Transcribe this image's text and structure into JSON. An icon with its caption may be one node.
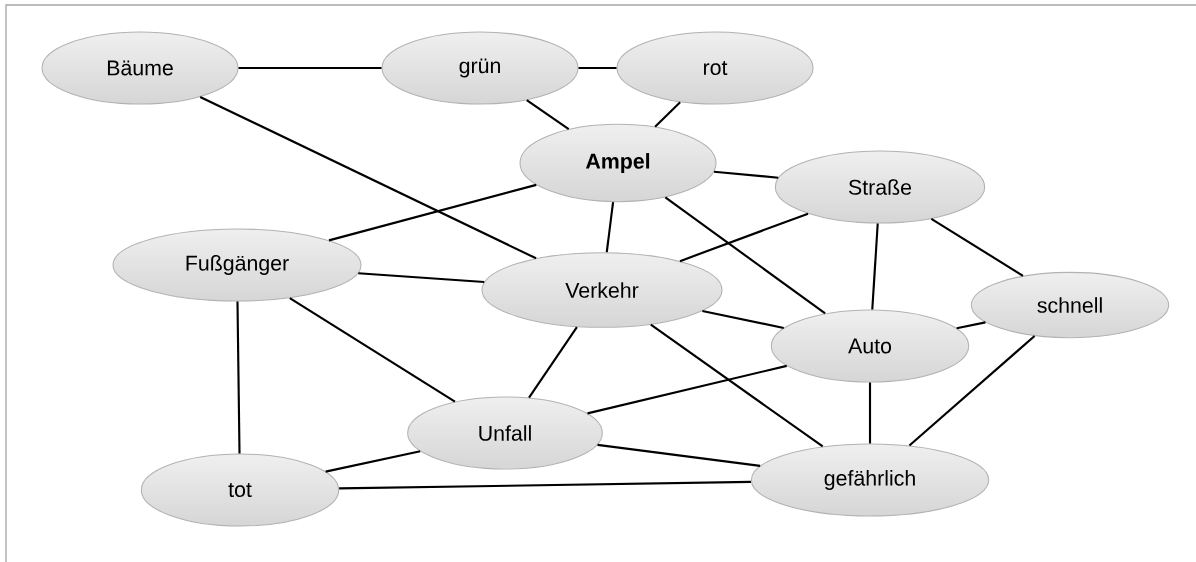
{
  "diagram": {
    "nodes": [
      {
        "text": [
          "Bäume"
        ]
      },
      {
        "text": [
          "grün"
        ]
      },
      {
        "text": [
          "rot"
        ]
      },
      {
        "text": [
          "Ampel"
        ]
      },
      {
        "text": [
          "Straße"
        ]
      },
      {
        "text": [
          "Fußgänger"
        ]
      },
      {
        "text": [
          "Verkehr"
        ]
      },
      {
        "text": [
          "schnell"
        ]
      },
      {
        "text": [
          "Auto"
        ]
      },
      {
        "text": [
          "Unfall"
        ]
      },
      {
        "text": [
          "tot"
        ]
      },
      {
        "text": [
          "gefährlich"
        ]
      }
    ],
    "edges": [
      {
        "from": 0,
        "to": 1,
        "arrow": "none"
      },
      {
        "from": 1,
        "to": 2,
        "arrow": "none"
      },
      {
        "from": 1,
        "to": 3,
        "arrow": "none"
      },
      {
        "from": 2,
        "to": 3,
        "arrow": "none"
      },
      {
        "from": 0,
        "to": 6,
        "arrow": "none"
      },
      {
        "from": 3,
        "to": 4,
        "arrow": "none"
      },
      {
        "from": 3,
        "to": 5,
        "arrow": "none"
      },
      {
        "from": 3,
        "to": 6,
        "arrow": "none"
      },
      {
        "from": 3,
        "to": 8,
        "arrow": "none"
      },
      {
        "from": 4,
        "to": 6,
        "arrow": "none"
      },
      {
        "from": 4,
        "to": 8,
        "arrow": "none"
      },
      {
        "from": 4,
        "to": 7,
        "arrow": "none"
      },
      {
        "from": 5,
        "to": 6,
        "arrow": "none"
      },
      {
        "from": 5,
        "to": 10,
        "arrow": "none"
      },
      {
        "from": 5,
        "to": 9,
        "arrow": "none"
      },
      {
        "from": 6,
        "to": 8,
        "arrow": "none"
      },
      {
        "from": 6,
        "to": 9,
        "arrow": "none"
      },
      {
        "from": 6,
        "to": 11,
        "arrow": "none"
      },
      {
        "from": 7,
        "to": 8,
        "arrow": "none"
      },
      {
        "from": 7,
        "to": 11,
        "arrow": "none"
      },
      {
        "from": 8,
        "to": 9,
        "arrow": "none"
      },
      {
        "from": 8,
        "to": 11,
        "arrow": "none"
      },
      {
        "from": 9,
        "to": 10,
        "arrow": "none"
      },
      {
        "from": 9,
        "to": 11,
        "arrow": "none"
      },
      {
        "from": 10,
        "to": 11,
        "arrow": "none"
      }
    ]
  }
}
